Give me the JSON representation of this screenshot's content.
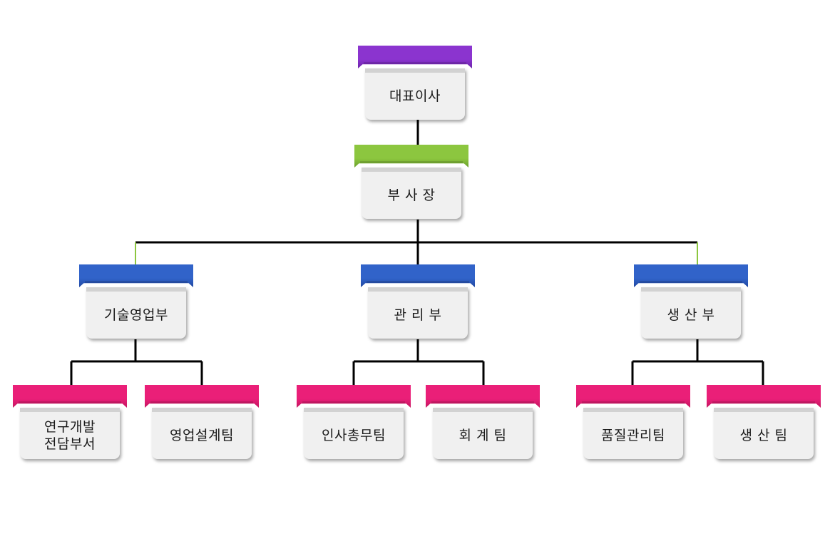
{
  "org": {
    "ceo": {
      "label": "대표이사",
      "color": "#8b34cf",
      "color2": "#6a22a8"
    },
    "vp": {
      "label": "부 사 장",
      "color": "#8cc63f",
      "color2": "#6aa02b"
    },
    "departments": [
      {
        "label": "기술영업부",
        "color": "#3163c9",
        "color2": "#2147a0",
        "teams": [
          {
            "label": "연구개발\n전담부서",
            "color": "#ea1f78",
            "color2": "#c3155f"
          },
          {
            "label": "영업설계팀",
            "color": "#ea1f78",
            "color2": "#c3155f"
          }
        ]
      },
      {
        "label": "관 리 부",
        "color": "#3163c9",
        "color2": "#2147a0",
        "teams": [
          {
            "label": "인사총무팀",
            "color": "#ea1f78",
            "color2": "#c3155f"
          },
          {
            "label": "회 계 팀",
            "color": "#ea1f78",
            "color2": "#c3155f"
          }
        ]
      },
      {
        "label": "생 산 부",
        "color": "#3163c9",
        "color2": "#2147a0",
        "teams": [
          {
            "label": "품질관리팀",
            "color": "#ea1f78",
            "color2": "#c3155f"
          },
          {
            "label": "생 산 팀",
            "color": "#ea1f78",
            "color2": "#c3155f"
          }
        ]
      }
    ],
    "connector_color": "#000000",
    "accent_connector_color": "#8cc63f"
  }
}
